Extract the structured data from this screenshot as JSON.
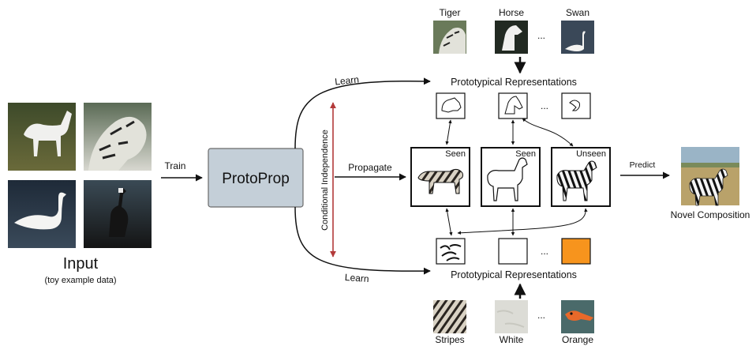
{
  "input": {
    "title": "Input",
    "subtitle": "(toy example data)",
    "images": [
      {
        "icon": "horse-photo",
        "colors": [
          "#3d4a2a",
          "#6a6a3a",
          "#eeeeee"
        ]
      },
      {
        "icon": "tiger-photo",
        "colors": [
          "#5a6a55",
          "#d8d8d0",
          "#2a2a2a"
        ]
      },
      {
        "icon": "swan-photo",
        "colors": [
          "#1e2a38",
          "#3a4a5a",
          "#f4f4f4"
        ]
      },
      {
        "icon": "goose-photo",
        "colors": [
          "#3a4a55",
          "#141414",
          "#e8e8e8"
        ]
      }
    ]
  },
  "train_label": "Train",
  "model_label": "ProtoProp",
  "conditional_label": "Conditional Independence",
  "learn_top_label": "Learn",
  "learn_bottom_label": "Learn",
  "propagate_label": "Propagate",
  "predict_label": "Predict",
  "top_examples": [
    {
      "label": "Tiger",
      "icon": "tiger-thumb"
    },
    {
      "label": "Horse",
      "icon": "horse-thumb"
    },
    {
      "label": "Swan",
      "icon": "swan-thumb"
    }
  ],
  "top_ellipsis": "...",
  "top_proto_title": "Prototypical Representations",
  "top_prototypes": [
    {
      "icon": "tiger-head-outline-icon"
    },
    {
      "icon": "horse-head-outline-icon"
    },
    {
      "icon": "swan-head-outline-icon"
    }
  ],
  "top_proto_ellipsis": "...",
  "center_cards": [
    {
      "tag": "Seen",
      "icon": "tiger-drawing-icon"
    },
    {
      "tag": "Seen",
      "icon": "horse-drawing-icon"
    },
    {
      "tag": "Unseen",
      "icon": "zebra-drawing-icon"
    }
  ],
  "bottom_proto_title": "Prototypical Representations",
  "bottom_prototypes": [
    {
      "icon": "stripes-pattern-icon"
    },
    {
      "icon": "white-swatch-icon"
    },
    {
      "icon": "orange-swatch-icon"
    }
  ],
  "bottom_proto_ellipsis": "...",
  "bottom_examples": [
    {
      "label": "Stripes",
      "icon": "stripes-thumb"
    },
    {
      "label": "White",
      "icon": "white-thumb"
    },
    {
      "label": "Orange",
      "icon": "orange-thumb"
    }
  ],
  "bottom_ellipsis": "...",
  "output_label": "Novel Composition",
  "colors": {
    "model_fill": "#c4cfd8",
    "model_stroke": "#6a6a6a",
    "conditional_line": "#b33a3a",
    "orange": "#f7941d"
  }
}
